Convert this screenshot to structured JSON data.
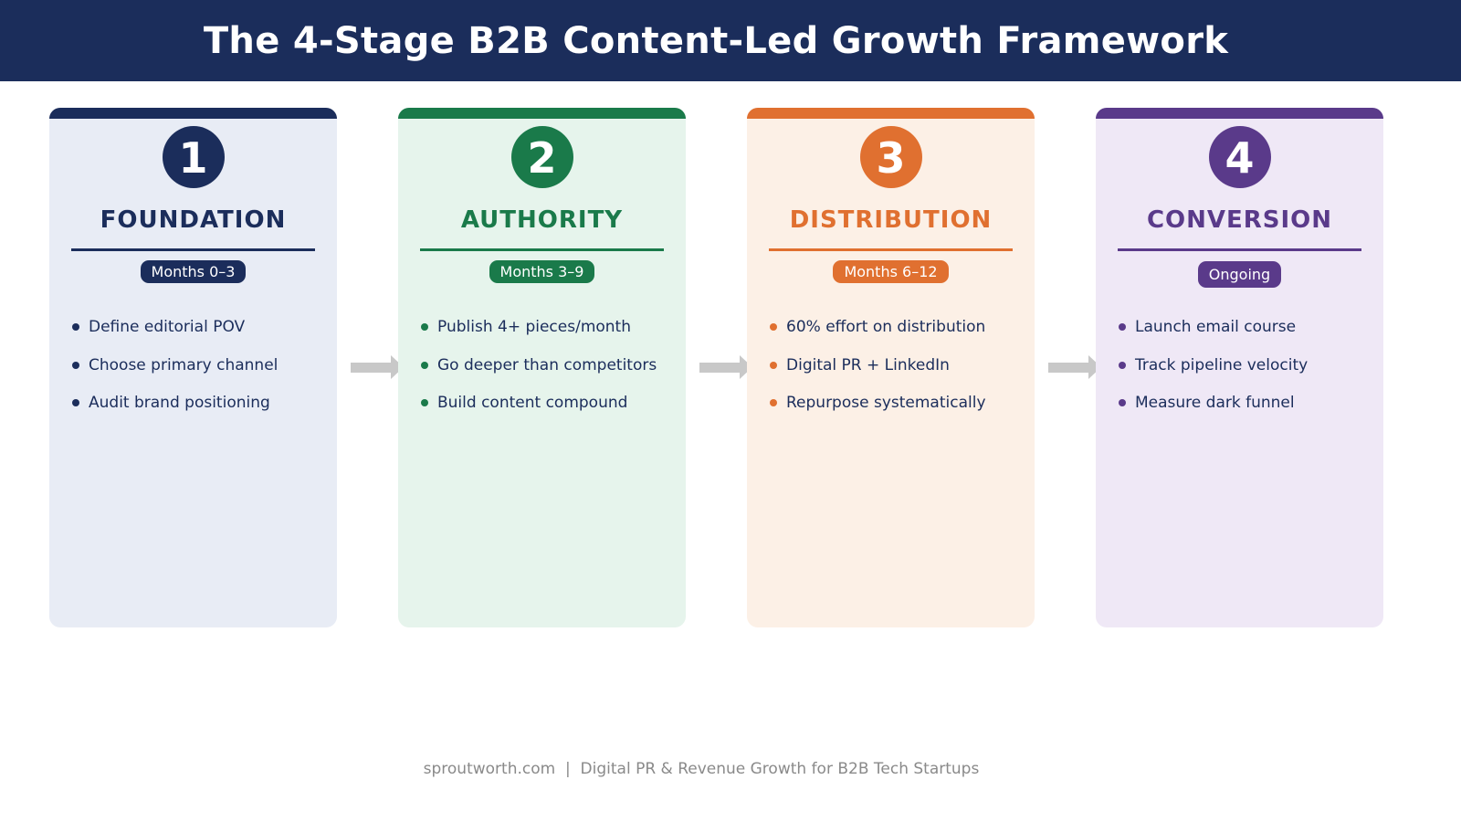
{
  "header": {
    "title": "The 4-Stage B2B Content-Led Growth Framework",
    "background": "#1b2d5b"
  },
  "stages": [
    {
      "number": "1",
      "name": "FOUNDATION",
      "timeframe": "Months 0–3",
      "color": "#1b2d5b",
      "background": "#e8ecf5",
      "items": [
        "Define editorial POV",
        "Choose primary channel",
        "Audit brand positioning"
      ]
    },
    {
      "number": "2",
      "name": "AUTHORITY",
      "timeframe": "Months 3–9",
      "color": "#1a7a4a",
      "background": "#e6f4ec",
      "items": [
        "Publish 4+ pieces/month",
        "Go deeper than competitors",
        "Build content compound"
      ]
    },
    {
      "number": "3",
      "name": "DISTRIBUTION",
      "timeframe": "Months 6–12",
      "color": "#e07030",
      "background": "#fcf0e6",
      "items": [
        "60% effort on distribution",
        "Digital PR + LinkedIn",
        "Repurpose systematically"
      ]
    },
    {
      "number": "4",
      "name": "CONVERSION",
      "timeframe": "Ongoing",
      "color": "#5a3a8a",
      "background": "#efe8f6",
      "items": [
        "Launch email course",
        "Track pipeline velocity",
        "Measure dark funnel"
      ]
    }
  ],
  "arrows": {
    "color": "#c8c8c8",
    "icon": "arrow-right-icon"
  },
  "footer": {
    "text": "sproutworth.com  |  Digital PR & Revenue Growth for B2B Tech Startups"
  }
}
